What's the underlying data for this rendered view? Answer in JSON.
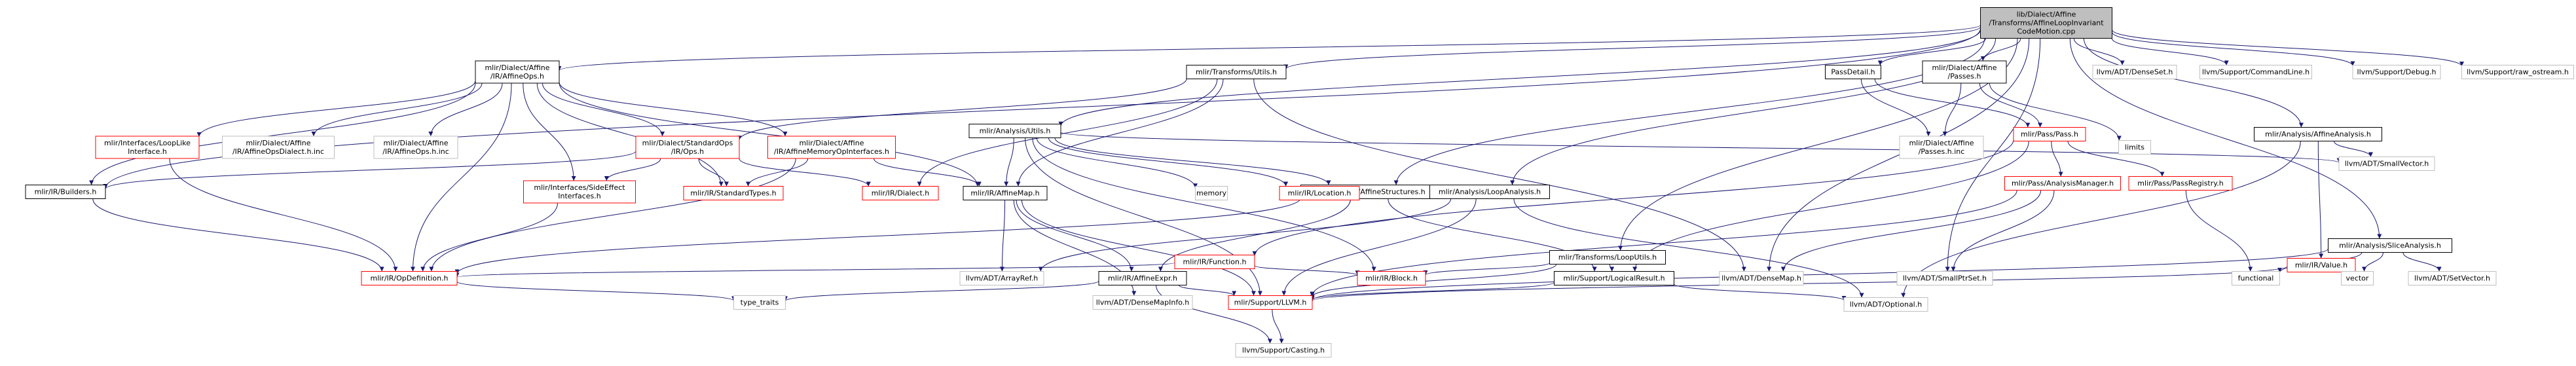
{
  "diagram": {
    "type": "include-dependency-graph",
    "colors": {
      "edge": "#191970",
      "root_fill": "#bfbfbf",
      "node_border": "#000000",
      "node_border_no_page": "#bfbfbf",
      "node_border_truncated": "#ff0000",
      "text": "#000000"
    },
    "nodes": [
      {
        "id": "root",
        "lines": [
          "lib/Dialect/Affine",
          "/Transforms/AffineLoopInvariant",
          "CodeMotion.cpp"
        ],
        "style": "root"
      },
      {
        "id": "affineops",
        "lines": [
          "mlir/Dialect/Affine",
          "/IR/AffineOps.h"
        ],
        "style": "normal"
      },
      {
        "id": "transforms_utils",
        "lines": [
          "mlir/Transforms/Utils.h"
        ],
        "style": "normal"
      },
      {
        "id": "passdetail",
        "lines": [
          "PassDetail.h"
        ],
        "style": "normal"
      },
      {
        "id": "affine_passes",
        "lines": [
          "mlir/Dialect/Affine",
          "/Passes.h"
        ],
        "style": "normal"
      },
      {
        "id": "densesetb",
        "lines": [
          "llvm/ADT/DenseSet.h"
        ],
        "style": "plain"
      },
      {
        "id": "commandline",
        "lines": [
          "llvm/Support/CommandLine.h"
        ],
        "style": "plain"
      },
      {
        "id": "debug",
        "lines": [
          "llvm/Support/Debug.h"
        ],
        "style": "plain"
      },
      {
        "id": "raw_ostream",
        "lines": [
          "llvm/Support/raw_ostream.h"
        ],
        "style": "plain"
      },
      {
        "id": "looplike",
        "lines": [
          "mlir/Interfaces/LoopLike",
          "Interface.h"
        ],
        "style": "truncated"
      },
      {
        "id": "affineopsdialect_inc",
        "lines": [
          "mlir/Dialect/Affine",
          "/IR/AffineOpsDialect.h.inc"
        ],
        "style": "plain"
      },
      {
        "id": "affineops_inc",
        "lines": [
          "mlir/Dialect/Affine",
          "/IR/AffineOps.h.inc"
        ],
        "style": "plain"
      },
      {
        "id": "standardops",
        "lines": [
          "mlir/Dialect/StandardOps",
          "/IR/Ops.h"
        ],
        "style": "truncated"
      },
      {
        "id": "affinememory",
        "lines": [
          "mlir/Dialect/Affine",
          "/IR/AffineMemoryOpInterfaces.h"
        ],
        "style": "truncated"
      },
      {
        "id": "analysis_utils",
        "lines": [
          "mlir/Analysis/Utils.h"
        ],
        "style": "normal"
      },
      {
        "id": "passes_inc",
        "lines": [
          "mlir/Dialect/Affine",
          "/Passes.h.inc"
        ],
        "style": "plain"
      },
      {
        "id": "pass_h",
        "lines": [
          "mlir/Pass/Pass.h"
        ],
        "style": "truncated"
      },
      {
        "id": "limits",
        "lines": [
          "limits"
        ],
        "style": "plain"
      },
      {
        "id": "affineanalysis",
        "lines": [
          "mlir/Analysis/AffineAnalysis.h"
        ],
        "style": "normal"
      },
      {
        "id": "builders",
        "lines": [
          "mlir/IR/Builders.h"
        ],
        "style": "normal"
      },
      {
        "id": "sideeffect",
        "lines": [
          "mlir/Interfaces/SideEffect",
          "Interfaces.h"
        ],
        "style": "truncated"
      },
      {
        "id": "standardtypes",
        "lines": [
          "mlir/IR/StandardTypes.h"
        ],
        "style": "truncated"
      },
      {
        "id": "dialect_h",
        "lines": [
          "mlir/IR/Dialect.h"
        ],
        "style": "truncated"
      },
      {
        "id": "affinemap",
        "lines": [
          "mlir/IR/AffineMap.h"
        ],
        "style": "normal"
      },
      {
        "id": "affinestructures",
        "lines": [
          "mlir/Analysis/AffineStructures.h"
        ],
        "style": "normal"
      },
      {
        "id": "memory",
        "lines": [
          "memory"
        ],
        "style": "plain"
      },
      {
        "id": "location",
        "lines": [
          "mlir/IR/Location.h"
        ],
        "style": "truncated"
      },
      {
        "id": "function_h",
        "lines": [
          "mlir/IR/Function.h"
        ],
        "style": "truncated"
      },
      {
        "id": "loopanalysis",
        "lines": [
          "mlir/Analysis/LoopAnalysis.h"
        ],
        "style": "normal"
      },
      {
        "id": "looputils",
        "lines": [
          "mlir/Transforms/LoopUtils.h"
        ],
        "style": "normal"
      },
      {
        "id": "analysismanager",
        "lines": [
          "mlir/Pass/AnalysisManager.h"
        ],
        "style": "truncated"
      },
      {
        "id": "passregistry",
        "lines": [
          "mlir/Pass/PassRegistry.h"
        ],
        "style": "truncated"
      },
      {
        "id": "smallvector",
        "lines": [
          "llvm/ADT/SmallVector.h"
        ],
        "style": "plain"
      },
      {
        "id": "sliceanalysis",
        "lines": [
          "mlir/Analysis/SliceAnalysis.h"
        ],
        "style": "normal"
      },
      {
        "id": "opdefinition",
        "lines": [
          "mlir/IR/OpDefinition.h"
        ],
        "style": "truncated"
      },
      {
        "id": "arrayref",
        "lines": [
          "llvm/ADT/ArrayRef.h"
        ],
        "style": "plain"
      },
      {
        "id": "affineexpr",
        "lines": [
          "mlir/IR/AffineExpr.h"
        ],
        "style": "normal"
      },
      {
        "id": "block_h",
        "lines": [
          "mlir/IR/Block.h"
        ],
        "style": "truncated"
      },
      {
        "id": "logicalresult",
        "lines": [
          "mlir/Support/LogicalResult.h"
        ],
        "style": "normal"
      },
      {
        "id": "densemap",
        "lines": [
          "llvm/ADT/DenseMap.h"
        ],
        "style": "plain"
      },
      {
        "id": "smallptrset",
        "lines": [
          "llvm/ADT/SmallPtrSet.h"
        ],
        "style": "plain"
      },
      {
        "id": "value_h",
        "lines": [
          "mlir/IR/Value.h"
        ],
        "style": "truncated"
      },
      {
        "id": "functional",
        "lines": [
          "functional"
        ],
        "style": "plain"
      },
      {
        "id": "vector",
        "lines": [
          "vector"
        ],
        "style": "plain"
      },
      {
        "id": "setvector",
        "lines": [
          "llvm/ADT/SetVector.h"
        ],
        "style": "plain"
      },
      {
        "id": "type_traits",
        "lines": [
          "type_traits"
        ],
        "style": "plain"
      },
      {
        "id": "densemapinfo",
        "lines": [
          "llvm/ADT/DenseMapInfo.h"
        ],
        "style": "plain"
      },
      {
        "id": "support_llvm",
        "lines": [
          "mlir/Support/LLVM.h"
        ],
        "style": "truncated"
      },
      {
        "id": "optional",
        "lines": [
          "llvm/ADT/Optional.h"
        ],
        "style": "plain"
      },
      {
        "id": "casting",
        "lines": [
          "llvm/Support/Casting.h"
        ],
        "style": "plain"
      }
    ],
    "edges": [
      [
        "root",
        "affineops"
      ],
      [
        "root",
        "transforms_utils"
      ],
      [
        "root",
        "passdetail"
      ],
      [
        "root",
        "affine_passes"
      ],
      [
        "root",
        "densesetb"
      ],
      [
        "root",
        "commandline"
      ],
      [
        "root",
        "debug"
      ],
      [
        "root",
        "raw_ostream"
      ],
      [
        "root",
        "analysis_utils"
      ],
      [
        "root",
        "affineanalysis"
      ],
      [
        "root",
        "sliceanalysis"
      ],
      [
        "root",
        "builders"
      ],
      [
        "root",
        "affinestructures"
      ],
      [
        "root",
        "loopanalysis"
      ],
      [
        "root",
        "looputils"
      ],
      [
        "root",
        "densemap"
      ],
      [
        "root",
        "smallptrset"
      ],
      [
        "affineops",
        "looplike"
      ],
      [
        "affineops",
        "affineopsdialect_inc"
      ],
      [
        "affineops",
        "affineops_inc"
      ],
      [
        "affineops",
        "standardops"
      ],
      [
        "affineops",
        "affinememory"
      ],
      [
        "affineops",
        "builders"
      ],
      [
        "affineops",
        "sideeffect"
      ],
      [
        "affineops",
        "standardtypes"
      ],
      [
        "affineops",
        "affinemap"
      ],
      [
        "affineops",
        "opdefinition"
      ],
      [
        "transforms_utils",
        "standardops"
      ],
      [
        "transforms_utils",
        "dialect_h"
      ],
      [
        "transforms_utils",
        "affinemap"
      ],
      [
        "transforms_utils",
        "densemap"
      ],
      [
        "passdetail",
        "pass_h"
      ],
      [
        "passdetail",
        "passes_inc"
      ],
      [
        "affine_passes",
        "pass_h"
      ],
      [
        "affine_passes",
        "passes_inc"
      ],
      [
        "affine_passes",
        "limits"
      ],
      [
        "looplike",
        "opdefinition"
      ],
      [
        "standardops",
        "builders"
      ],
      [
        "standardops",
        "sideeffect"
      ],
      [
        "standardops",
        "standardtypes"
      ],
      [
        "standardops",
        "dialect_h"
      ],
      [
        "affinememory",
        "opdefinition"
      ],
      [
        "affinememory",
        "affinemap"
      ],
      [
        "affinememory",
        "standardtypes"
      ],
      [
        "builders",
        "opdefinition"
      ],
      [
        "sideeffect",
        "opdefinition"
      ],
      [
        "analysis_utils",
        "affinestructures"
      ],
      [
        "analysis_utils",
        "affinemap"
      ],
      [
        "analysis_utils",
        "memory"
      ],
      [
        "analysis_utils",
        "location"
      ],
      [
        "analysis_utils",
        "block_h"
      ],
      [
        "analysis_utils",
        "smallvector"
      ],
      [
        "analysis_utils",
        "support_llvm"
      ],
      [
        "pass_h",
        "analysismanager"
      ],
      [
        "pass_h",
        "passregistry"
      ],
      [
        "pass_h",
        "logicalresult"
      ],
      [
        "pass_h",
        "function_h"
      ],
      [
        "affineanalysis",
        "smallvector"
      ],
      [
        "affineanalysis",
        "value_h"
      ],
      [
        "affineanalysis",
        "optional"
      ],
      [
        "affinemap",
        "affineexpr"
      ],
      [
        "affinemap",
        "arrayref"
      ],
      [
        "affinemap",
        "support_llvm"
      ],
      [
        "affinemap",
        "densemapinfo"
      ],
      [
        "affinestructures",
        "opdefinition"
      ],
      [
        "affinestructures",
        "logicalresult"
      ],
      [
        "affinestructures",
        "affineexpr"
      ],
      [
        "function_h",
        "opdefinition"
      ],
      [
        "function_h",
        "block_h"
      ],
      [
        "loopanalysis",
        "support_llvm"
      ],
      [
        "loopanalysis",
        "optional"
      ],
      [
        "loopanalysis",
        "arrayref"
      ],
      [
        "looputils",
        "logicalresult"
      ],
      [
        "looputils",
        "support_llvm"
      ],
      [
        "looputils",
        "block_h"
      ],
      [
        "analysismanager",
        "support_llvm"
      ],
      [
        "analysismanager",
        "smallptrset"
      ],
      [
        "analysismanager",
        "densemap"
      ],
      [
        "passregistry",
        "functional"
      ],
      [
        "sliceanalysis",
        "functional"
      ],
      [
        "sliceanalysis",
        "vector"
      ],
      [
        "sliceanalysis",
        "setvector"
      ],
      [
        "sliceanalysis",
        "support_llvm"
      ],
      [
        "opdefinition",
        "type_traits"
      ],
      [
        "affineexpr",
        "support_llvm"
      ],
      [
        "affineexpr",
        "type_traits"
      ],
      [
        "affineexpr",
        "casting"
      ],
      [
        "logicalresult",
        "support_llvm"
      ],
      [
        "logicalresult",
        "optional"
      ],
      [
        "value_h",
        "support_llvm"
      ],
      [
        "support_llvm",
        "casting"
      ]
    ]
  }
}
